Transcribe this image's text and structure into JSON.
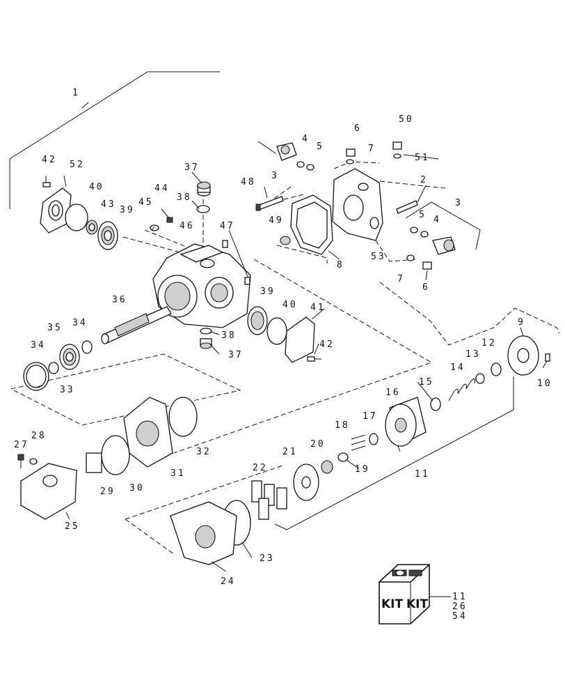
{
  "diagram": {
    "callouts": [
      {
        "id": "c1",
        "text": "1"
      },
      {
        "id": "c2",
        "text": "2"
      },
      {
        "id": "c3a",
        "text": "3"
      },
      {
        "id": "c3b",
        "text": "3"
      },
      {
        "id": "c4a",
        "text": "4"
      },
      {
        "id": "c4b",
        "text": "4"
      },
      {
        "id": "c5a",
        "text": "5"
      },
      {
        "id": "c5b",
        "text": "5"
      },
      {
        "id": "c6a",
        "text": "6"
      },
      {
        "id": "c6b",
        "text": "6"
      },
      {
        "id": "c7a",
        "text": "7"
      },
      {
        "id": "c7b",
        "text": "7"
      },
      {
        "id": "c8",
        "text": "8"
      },
      {
        "id": "c9",
        "text": "9"
      },
      {
        "id": "c10",
        "text": "10"
      },
      {
        "id": "c11",
        "text": "11"
      },
      {
        "id": "c12",
        "text": "12"
      },
      {
        "id": "c13",
        "text": "13"
      },
      {
        "id": "c14",
        "text": "14"
      },
      {
        "id": "c15",
        "text": "15"
      },
      {
        "id": "c16",
        "text": "16"
      },
      {
        "id": "c17",
        "text": "17"
      },
      {
        "id": "c18",
        "text": "18"
      },
      {
        "id": "c19",
        "text": "19"
      },
      {
        "id": "c20",
        "text": "20"
      },
      {
        "id": "c21",
        "text": "21"
      },
      {
        "id": "c22",
        "text": "22"
      },
      {
        "id": "c23",
        "text": "23"
      },
      {
        "id": "c24",
        "text": "24"
      },
      {
        "id": "c25",
        "text": "25"
      },
      {
        "id": "c27",
        "text": "27"
      },
      {
        "id": "c28",
        "text": "28"
      },
      {
        "id": "c29",
        "text": "29"
      },
      {
        "id": "c30",
        "text": "30"
      },
      {
        "id": "c31",
        "text": "31"
      },
      {
        "id": "c32",
        "text": "32"
      },
      {
        "id": "c33",
        "text": "33"
      },
      {
        "id": "c34a",
        "text": "34"
      },
      {
        "id": "c34b",
        "text": "34"
      },
      {
        "id": "c35",
        "text": "35"
      },
      {
        "id": "c36",
        "text": "36"
      },
      {
        "id": "c37a",
        "text": "37"
      },
      {
        "id": "c37b",
        "text": "37"
      },
      {
        "id": "c38a",
        "text": "38"
      },
      {
        "id": "c38b",
        "text": "38"
      },
      {
        "id": "c39a",
        "text": "39"
      },
      {
        "id": "c39b",
        "text": "39"
      },
      {
        "id": "c40a",
        "text": "40"
      },
      {
        "id": "c40b",
        "text": "40"
      },
      {
        "id": "c41",
        "text": "41"
      },
      {
        "id": "c42a",
        "text": "42"
      },
      {
        "id": "c42b",
        "text": "42"
      },
      {
        "id": "c43",
        "text": "43"
      },
      {
        "id": "c44",
        "text": "44"
      },
      {
        "id": "c45",
        "text": "45"
      },
      {
        "id": "c46",
        "text": "46"
      },
      {
        "id": "c47",
        "text": "47"
      },
      {
        "id": "c48",
        "text": "48"
      },
      {
        "id": "c49",
        "text": "49"
      },
      {
        "id": "c50",
        "text": "50"
      },
      {
        "id": "c51",
        "text": "51"
      },
      {
        "id": "c52",
        "text": "52"
      },
      {
        "id": "c53",
        "text": "53"
      }
    ],
    "kit": {
      "label_left": "KIT",
      "label_right": "KIT",
      "items": [
        "11",
        "26",
        "54"
      ]
    }
  }
}
